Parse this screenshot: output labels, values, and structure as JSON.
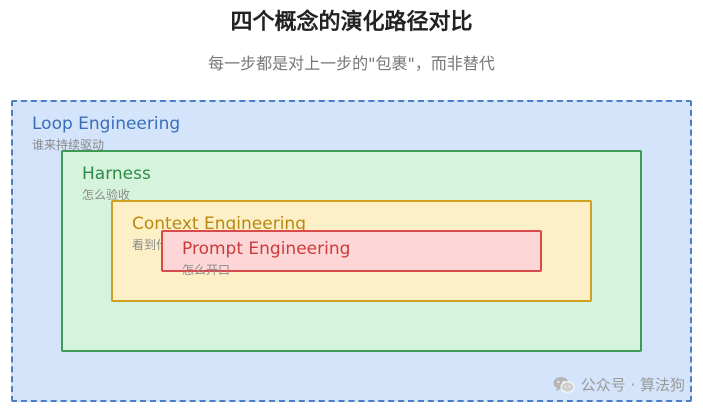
{
  "title": "四个概念的演化路径对比",
  "subtitle": "每一步都是对上一步的\"包裹\"，而非替代",
  "layers": {
    "loop": {
      "label": "Loop Engineering",
      "desc": "谁来持续驱动"
    },
    "harness": {
      "label": "Harness",
      "desc": "怎么验收"
    },
    "context": {
      "label": "Context Engineering",
      "desc": "看到什么"
    },
    "prompt": {
      "label": "Prompt Engineering",
      "desc": "怎么开口"
    }
  },
  "watermark": {
    "text": "公众号 · 算法狗",
    "icon": "wechat-icon"
  },
  "colors": {
    "loop_fill": "#d4e4fb",
    "loop_border": "#4a7ec6",
    "harness_fill": "#d6f3dd",
    "harness_border": "#3f9a55",
    "context_fill": "#fdf0c7",
    "context_border": "#d0a024",
    "prompt_fill": "#fdd7d7",
    "prompt_border": "#d94a4a"
  }
}
